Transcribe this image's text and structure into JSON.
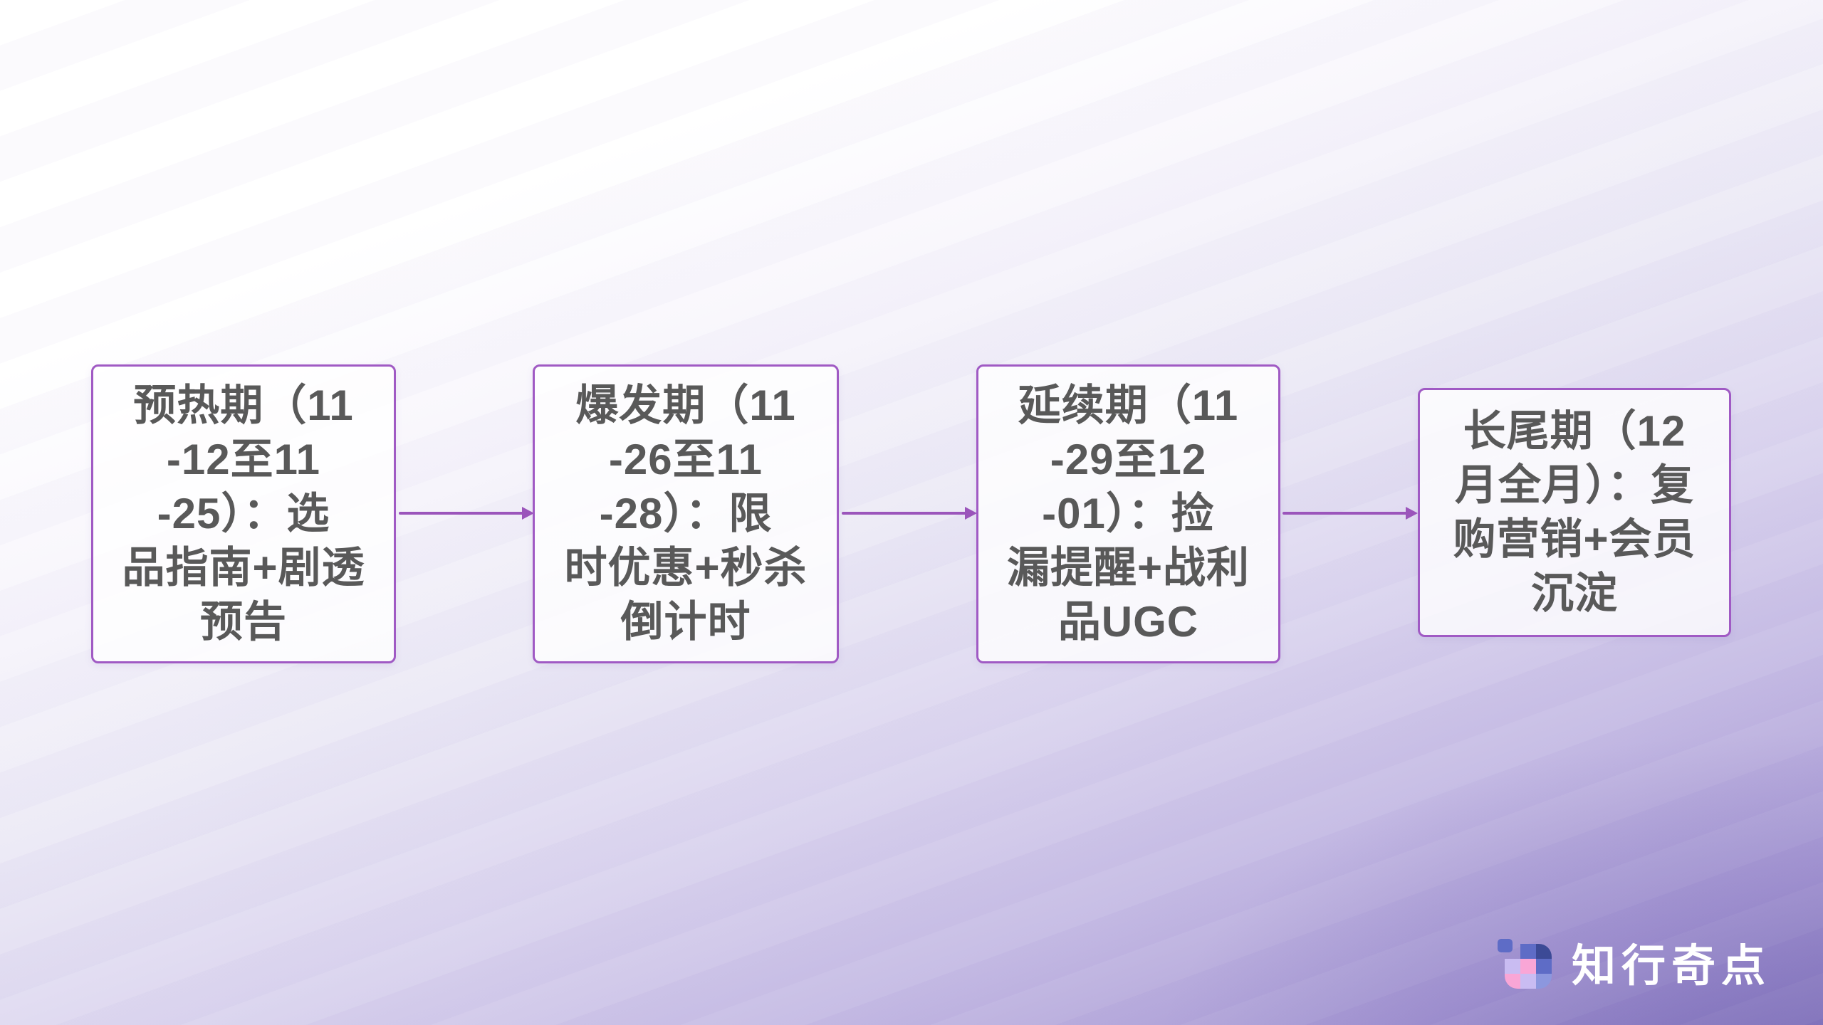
{
  "slide": {
    "type": "flowchart",
    "background_colors": {
      "top_left": "#ffffff",
      "bottom_left": "#dcd6ef",
      "bottom_right": "#8b7ec0"
    }
  },
  "flow": {
    "box_border_color": "#a05ac4",
    "box_fill_color": "#f6f3fb",
    "text_color": "#595959",
    "arrow_color": "#9b55bb",
    "boxes": [
      {
        "id": "preheat",
        "text": "预热期（11\n-12至11\n-25）：选\n品指南+剧透\n预告"
      },
      {
        "id": "burst",
        "text": "爆发期（11\n-26至11\n-28）：限\n时优惠+秒杀\n倒计时"
      },
      {
        "id": "extend",
        "text": "延续期（11\n-29至12\n-01）：捡\n漏提醒+战利\n品UGC"
      },
      {
        "id": "longtail",
        "text": "长尾期（12\n月全月）：复\n购营销+会员\n沉淀"
      }
    ],
    "arrows": [
      {
        "from": "preheat",
        "to": "burst"
      },
      {
        "from": "burst",
        "to": "extend"
      },
      {
        "from": "extend",
        "to": "longtail"
      }
    ]
  },
  "logo": {
    "text": "知行奇点",
    "text_color": "#ffffff",
    "mark_colors": {
      "blue": "#5e6cc6",
      "dark_navy": "#3c4a96",
      "lavender": "#c9bcf2",
      "pink": "#f9a6d6",
      "periwinkle": "#8c97de"
    }
  }
}
